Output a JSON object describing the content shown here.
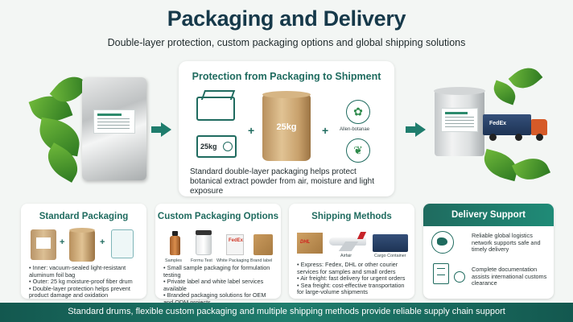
{
  "header": {
    "title": "Packaging and Delivery",
    "subtitle": "Double-layer protection, custom packaging options and global shipping solutions"
  },
  "hero": {
    "title": "Protection from Packaging to Shipment",
    "weight_label": "25kg",
    "drum_label": "25kg",
    "icon_caption": "Allen-botanae",
    "description": "Standard double-layer packaging helps protect botanical extract powder from air, moisture and light exposure",
    "truck_brand": "FedEx"
  },
  "standard": {
    "title": "Standard Packaging",
    "bullets": [
      "Inner: vacuum-sealed light-resistant aluminum foil bag",
      "Outer: 25 kg moisture-proof fiber drum",
      "Double-layer protection helps prevent product damage and oxidation"
    ]
  },
  "custom": {
    "title": "Custom Packaging Options",
    "labels": [
      "Samples",
      "Formu Test",
      "White Packaging",
      "Brand label"
    ],
    "box_brand": "FedEx",
    "bullets": [
      "Small sample packaging for formulation testing",
      "Private label and white label services available",
      "Branded packaging solutions for OEM and ODM projects"
    ]
  },
  "shipping": {
    "title": "Shipping Methods",
    "box_brand": "DHL",
    "labels": [
      "Airfair",
      "Cargo Container"
    ],
    "bullets": [
      "Express: Fedex, DHL or other courier services for samples and small orders",
      "Air freight: fast delivery for urgent orders",
      "Sea freight: cost-effective transportation for large-volume shipments"
    ]
  },
  "delivery": {
    "title": "Delivery Support",
    "items": [
      "Reliable global logistics network supports safe and timely delivery",
      "Complete documentation assists international customs clearance"
    ]
  },
  "footer": "Standard drums, flexible custom packaging and multiple shipping methods provide reliable supply chain support",
  "colors": {
    "title": "#16394a",
    "accent": "#1f6b5f",
    "footer_bg": "#1f7d6d"
  }
}
